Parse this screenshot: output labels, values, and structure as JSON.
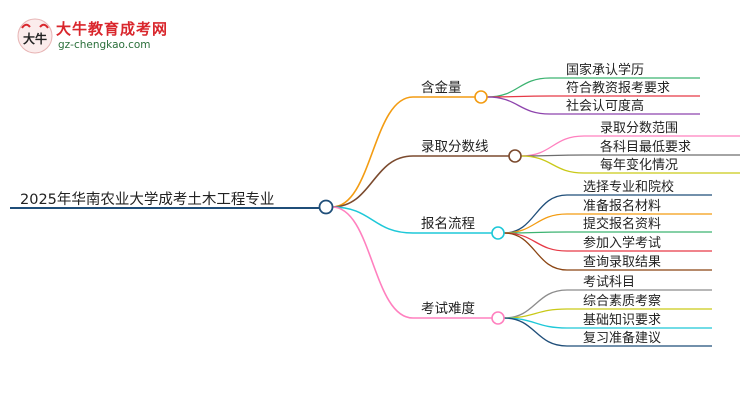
{
  "logo": {
    "icon": "bull-head-icon",
    "mark_text": "大牛",
    "name": "大牛教育成考网",
    "url": "gz-chengkao.com"
  },
  "root": {
    "label": "2025年华南农业大学成考土木工程专业",
    "color": "#1f4e79"
  },
  "branches": [
    {
      "label": "含金量",
      "color": "#f39c12",
      "children": [
        {
          "label": "国家承认学历",
          "color": "#3cb371"
        },
        {
          "label": "符合教资报考要求",
          "color": "#e63946"
        },
        {
          "label": "社会认可度高",
          "color": "#8e44ad"
        }
      ]
    },
    {
      "label": "录取分数线",
      "color": "#7b4a2e",
      "children": [
        {
          "label": "录取分数范围",
          "color": "#ff80bf"
        },
        {
          "label": "各科目最低要求",
          "color": "#6d6d6d"
        },
        {
          "label": "每年变化情况",
          "color": "#c9c918"
        }
      ]
    },
    {
      "label": "报名流程",
      "color": "#1ec8d8",
      "children": [
        {
          "label": "选择专业和院校",
          "color": "#1f4e79"
        },
        {
          "label": "准备报名材料",
          "color": "#f39c12"
        },
        {
          "label": "提交报名资料",
          "color": "#3cb371"
        },
        {
          "label": "参加入学考试",
          "color": "#e63946"
        },
        {
          "label": "查询录取结果",
          "color": "#8b4513"
        }
      ]
    },
    {
      "label": "考试难度",
      "color": "#ff80bf",
      "children": [
        {
          "label": "考试科目",
          "color": "#8c8c8c"
        },
        {
          "label": "综合素质考察",
          "color": "#c9c918"
        },
        {
          "label": "基础知识要求",
          "color": "#1ec8d8"
        },
        {
          "label": "复习准备建议",
          "color": "#1f4e79"
        }
      ]
    }
  ]
}
